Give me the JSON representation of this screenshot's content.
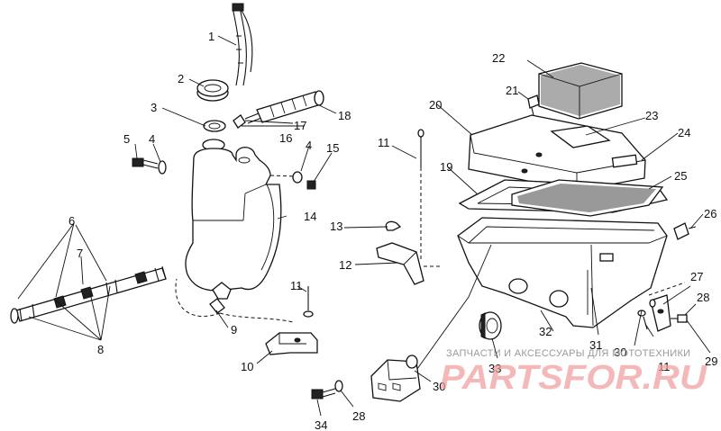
{
  "labels": {
    "p1": "1",
    "p2": "2",
    "p3": "3",
    "p4a": "4",
    "p4b": "4",
    "p5": "5",
    "p6": "6",
    "p7": "7",
    "p8": "8",
    "p9": "9",
    "p10": "10",
    "p11a": "11",
    "p11b": "11",
    "p11c": "11",
    "p12": "12",
    "p13": "13",
    "p14": "14",
    "p15": "15",
    "p16": "16",
    "p17": "17",
    "p18": "18",
    "p19": "19",
    "p20": "20",
    "p21": "21",
    "p22": "22",
    "p23": "23",
    "p24": "24",
    "p25": "25",
    "p26": "26",
    "p27": "27",
    "p28a": "28",
    "p28b": "28",
    "p29": "29",
    "p30a": "30",
    "p30b": "30",
    "p31": "31",
    "p32": "32",
    "p33": "33",
    "p34": "34"
  },
  "watermark": {
    "caption": "ЗАПЧАСТИ И АКСЕССУАРЫ ДЛЯ МОТОТЕХНИКИ",
    "logo": "PARTSFOR.RU"
  },
  "colors": {
    "ink": "#111111",
    "watermark_red": "#ef9a9a",
    "watermark_gray": "#9a9a9a"
  }
}
